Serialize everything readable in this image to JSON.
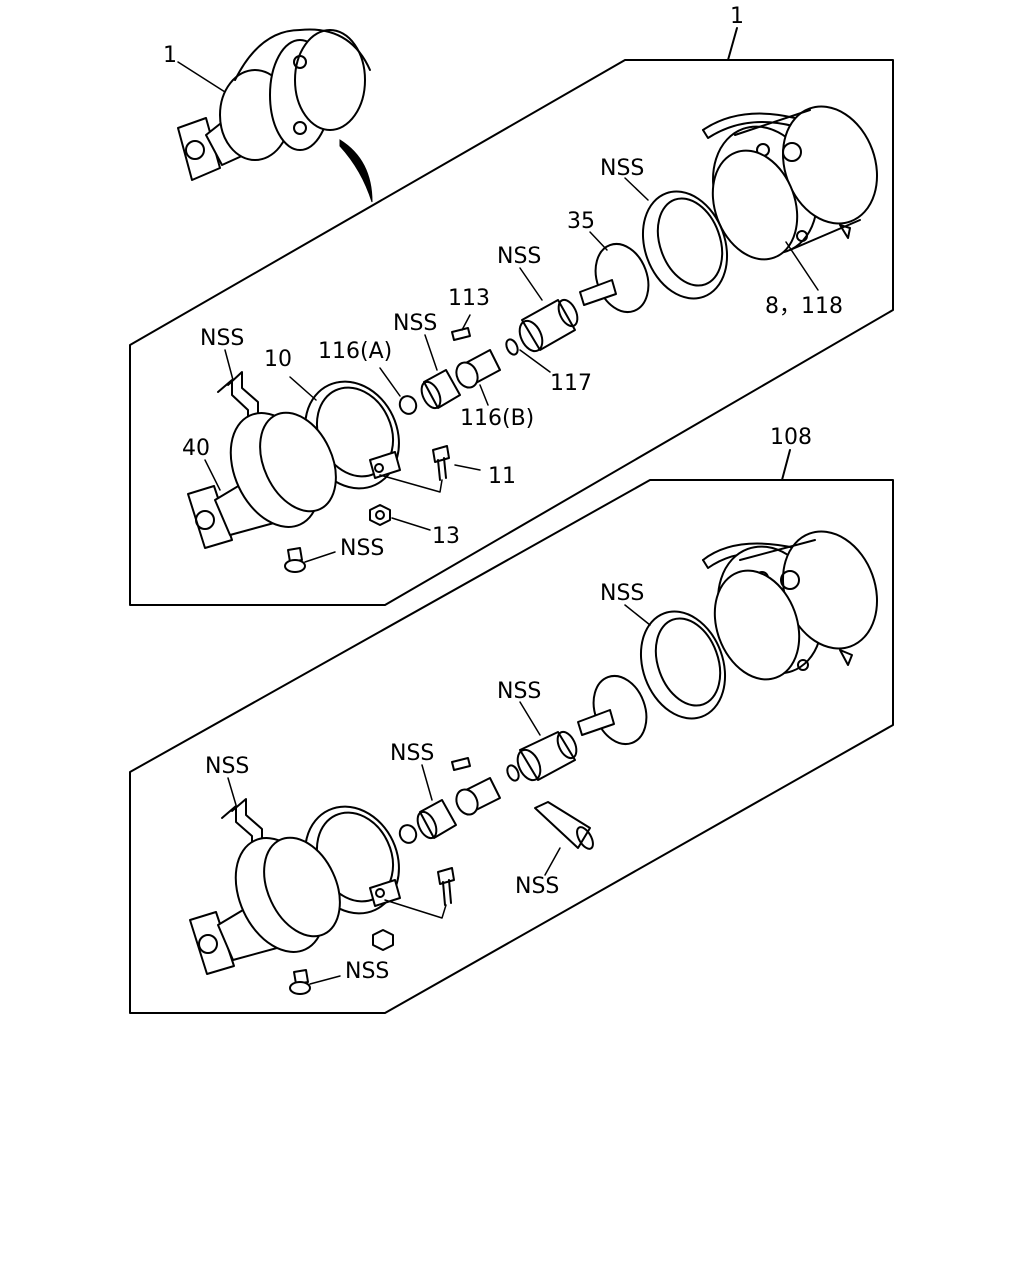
{
  "labels": {
    "assembly_top": "1",
    "assembly_overview": "1",
    "assembly_bottom": "108",
    "part_nss": "NSS",
    "part_35": "35",
    "part_8_118": "8，118",
    "part_113": "113",
    "part_117": "117",
    "part_116a": "116(A)",
    "part_116b": "116(B)",
    "part_10": "10",
    "part_40": "40",
    "part_11": "11",
    "part_13": "13"
  }
}
